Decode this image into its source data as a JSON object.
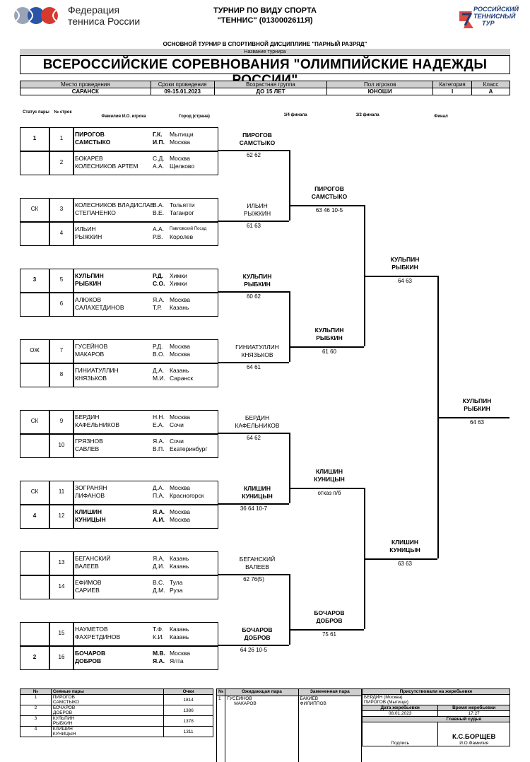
{
  "header": {
    "federation_name_line1": "Федерация",
    "federation_name_line2": "тенниса России",
    "tournament_line1": "ТУРНИР ПО ВИДУ СПОРТА",
    "tournament_line2": "\"ТЕННИС\" (0130002611Я)",
    "rtt_line1": "РОССИЙСКИЙ",
    "rtt_line2": "ТЕННИСНЫЙ",
    "rtt_line3": "ТУР",
    "subtitle": "ОСНОВНОЙ ТУРНИР В СПОРТИВНОЙ ДИСЦИПЛИНЕ \"ПАРНЫЙ РАЗРЯД\"",
    "name_label": "Название турнира",
    "title": "ВСЕРОССИЙСКИЕ СОРЕВНОВАНИЯ \"ОЛИМПИЙСКИЕ НАДЕЖДЫ РОССИИ\""
  },
  "info": {
    "labels": [
      "Место проведения",
      "Сроки проведения",
      "Возрастная группа",
      "Пол игроков",
      "Категория",
      "Класс"
    ],
    "values": [
      "САРАНСК",
      "09-15.01.2023",
      "ДО 15 ЛЕТ",
      "ЮНОШИ",
      "I",
      "А"
    ]
  },
  "columns": {
    "status": "Статус пары",
    "num": "№ строк",
    "player": "Фамилия И.О. игрока",
    "city": "Город (страна)",
    "qf": "1/4 финала",
    "sf": "1/2 финала",
    "final": "Финал"
  },
  "entries": [
    {
      "num": "1",
      "status": "1",
      "p1": "ПИРОГОВ",
      "i1": "Г.К.",
      "c1": "Мытищи",
      "p2": "САМСТЫКО",
      "i2": "И.П.",
      "c2": "Москва",
      "bold": true
    },
    {
      "num": "2",
      "status": "",
      "p1": "БОКАРЕВ",
      "i1": "С.Д.",
      "c1": "Москва",
      "p2": "КОЛЕСНИКОВ АРТЕМ",
      "i2": "А.А.",
      "c2": "Щелково",
      "bold": false
    },
    {
      "num": "3",
      "status": "СК",
      "p1": "КОЛЕСНИКОВ ВЛАДИСЛАВ",
      "i1": "В.А.",
      "c1": "Тольятти",
      "p2": "СТЕПАНЕНКО",
      "i2": "В.Е.",
      "c2": "Таганрог",
      "bold": false
    },
    {
      "num": "4",
      "status": "",
      "p1": "ИЛЬИН",
      "i1": "А.А.",
      "c1": "Павловский Посад",
      "p2": "РЫЖКИН",
      "i2": "Р.В.",
      "c2": "Королев",
      "bold": false
    },
    {
      "num": "5",
      "status": "3",
      "p1": "КУЛЬПИН",
      "i1": "Р.Д.",
      "c1": "Химки",
      "p2": "РЫБКИН",
      "i2": "С.О.",
      "c2": "Химки",
      "bold": true
    },
    {
      "num": "6",
      "status": "",
      "p1": "АЛЮКОВ",
      "i1": "Я.А.",
      "c1": "Москва",
      "p2": "САЛАХЕТДИНОВ",
      "i2": "Т.Р.",
      "c2": "Казань",
      "bold": false
    },
    {
      "num": "7",
      "status": "ОЖ",
      "p1": "ГУСЕЙНОВ",
      "i1": "Р.Д.",
      "c1": "Москва",
      "p2": "МАКАРОВ",
      "i2": "В.О.",
      "c2": "Москва",
      "bold": false
    },
    {
      "num": "8",
      "status": "",
      "p1": "ГИНИАТУЛЛИН",
      "i1": "Д.А.",
      "c1": "Казань",
      "p2": "КНЯЗЬКОВ",
      "i2": "М.И.",
      "c2": "Саранск",
      "bold": false
    },
    {
      "num": "9",
      "status": "СК",
      "p1": "БЕРДИН",
      "i1": "Н.Н.",
      "c1": "Москва",
      "p2": "КАФЕЛЬНИКОВ",
      "i2": "Е.А.",
      "c2": "Сочи",
      "bold": false
    },
    {
      "num": "10",
      "status": "",
      "p1": "ГРЯЗНОВ",
      "i1": "Я.А.",
      "c1": "Сочи",
      "p2": "САВЛЕВ",
      "i2": "В.П.",
      "c2": "Екатеринбург",
      "bold": false
    },
    {
      "num": "11",
      "status": "СК",
      "p1": "ЗОГРАНЯН",
      "i1": "Д.А.",
      "c1": "Москва",
      "p2": "ЛИФАНОВ",
      "i2": "П.А.",
      "c2": "Красногорск",
      "bold": false
    },
    {
      "num": "12",
      "status": "4",
      "p1": "КЛИШИН",
      "i1": "Я.А.",
      "c1": "Москва",
      "p2": "КУНИЦЫН",
      "i2": "А.И.",
      "c2": "Москва",
      "bold": true
    },
    {
      "num": "13",
      "status": "",
      "p1": "БЕГАНСКИЙ",
      "i1": "Я.А.",
      "c1": "Казань",
      "p2": "ВАЛЕЕВ",
      "i2": "Д.И.",
      "c2": "Казань",
      "bold": false
    },
    {
      "num": "14",
      "status": "",
      "p1": "ЕФИМОВ",
      "i1": "В.С.",
      "c1": "Тула",
      "p2": "САРИЕВ",
      "i2": "Д.М.",
      "c2": "Руза",
      "bold": false
    },
    {
      "num": "15",
      "status": "",
      "p1": "НАУМЕТОВ",
      "i1": "Т.Ф.",
      "c1": "Казань",
      "p2": "ФАХРЕТДИНОВ",
      "i2": "К.И.",
      "c2": "Казань",
      "bold": false
    },
    {
      "num": "16",
      "status": "2",
      "p1": "БОЧАРОВ",
      "i1": "М.В.",
      "c1": "Москва",
      "p2": "ДОБРОВ",
      "i2": "Я.А.",
      "c2": "Ялта",
      "bold": true
    }
  ],
  "r1": [
    {
      "n1": "ПИРОГОВ",
      "n2": "САМСТЫКО",
      "score": "62 62",
      "bold": true
    },
    {
      "n1": "ИЛЬИН",
      "n2": "РЫЖКИН",
      "score": "61 63",
      "bold": false
    },
    {
      "n1": "КУЛЬПИН",
      "n2": "РЫБКИН",
      "score": "60 62",
      "bold": true
    },
    {
      "n1": "ГИНИАТУЛЛИН",
      "n2": "КНЯЗЬКОВ",
      "score": "64 61",
      "bold": false
    },
    {
      "n1": "БЕРДИН",
      "n2": "КАФЕЛЬНИКОВ",
      "score": "64 62",
      "bold": false
    },
    {
      "n1": "КЛИШИН",
      "n2": "КУНИЦЫН",
      "score": "36 64 10-7",
      "bold": true
    },
    {
      "n1": "БЕГАНСКИЙ",
      "n2": "ВАЛЕЕВ",
      "score": "62 76(5)",
      "bold": false
    },
    {
      "n1": "БОЧАРОВ",
      "n2": "ДОБРОВ",
      "score": "64 26 10-5",
      "bold": true
    }
  ],
  "qf": [
    {
      "n1": "ПИРОГОВ",
      "n2": "САМСТЫКО",
      "score": "63 46 10-5"
    },
    {
      "n1": "КУЛЬПИН",
      "n2": "РЫБКИН",
      "score": "61 60"
    },
    {
      "n1": "КЛИШИН",
      "n2": "КУНИЦЫН",
      "score": "отказ п/б"
    },
    {
      "n1": "БОЧАРОВ",
      "n2": "ДОБРОВ",
      "score": "75 61"
    }
  ],
  "sf": [
    {
      "n1": "КУЛЬПИН",
      "n2": "РЫБКИН",
      "score": "64 63"
    },
    {
      "n1": "КЛИШИН",
      "n2": "КУНИЦЫН",
      "score": "63 63"
    }
  ],
  "final": {
    "n1": "КУЛЬПИН",
    "n2": "РЫБКИН",
    "score": "64 63"
  },
  "footer": {
    "seeded_headers": [
      "№",
      "Сеяные пары",
      "Очки"
    ],
    "seeded": [
      {
        "n": "1",
        "a": "ПИРОГОВ",
        "b": "САМСТЫКО",
        "pts": "1814"
      },
      {
        "n": "2",
        "a": "БОЧАРОВ",
        "b": "ДОБРОВ",
        "pts": "1386"
      },
      {
        "n": "3",
        "a": "КУЛЬПИН",
        "b": "РЫБКИН",
        "pts": "1378"
      },
      {
        "n": "4",
        "a": "КЛИШИН",
        "b": "КУНИЦЫН",
        "pts": "1311"
      }
    ],
    "waiting_headers": [
      "№",
      "Ожидающая пара",
      "Замененная пара"
    ],
    "waiting": {
      "n": "1",
      "a": "ГУСЕЙНОВ",
      "b": "МАКАРОВ",
      "ra": "БАКИЕВ",
      "rb": "ФИЛИППОВ"
    },
    "present_header": "Присутствовали на жеребьевке",
    "present": [
      "БЕРДИН (Москва)",
      "ПИРОГОВ (Мытищи)"
    ],
    "draw_date_label": "Дата жеребьевки",
    "draw_time_label": "Время жеребьевки",
    "draw_date": "08.01.2023",
    "draw_time": "17:27",
    "referee_label": "Главный судья",
    "sign_label": "Подпись",
    "referee_name": "К.С.БОРЩЕВ",
    "fio_label": "И.О.Фамилия"
  }
}
